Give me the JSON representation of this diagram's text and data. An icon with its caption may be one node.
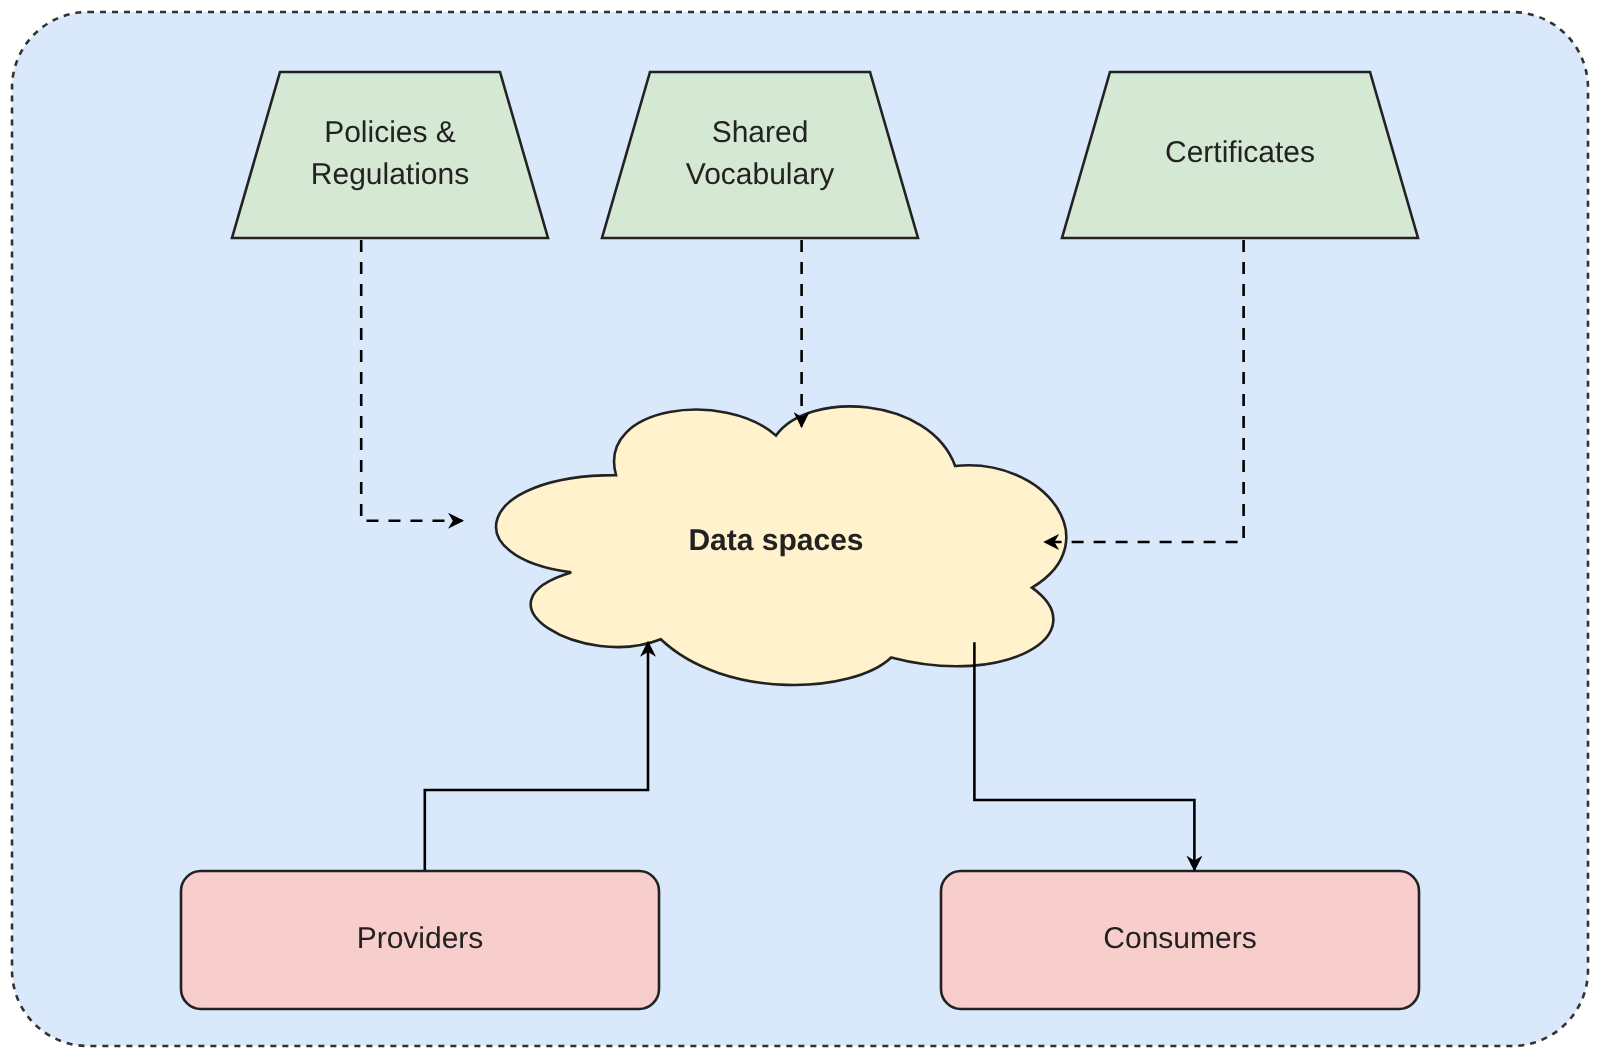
{
  "diagram": {
    "nodes": [
      {
        "text": [],
        "shape": "box"
      },
      {
        "text": [
          "Policies & Regulations"
        ],
        "in": 0
      },
      {
        "text": [
          "Shared Vocabulary"
        ],
        "in": 0
      },
      {
        "text": [
          "Certificates"
        ],
        "in": 0
      },
      {
        "text": [
          "Data spaces"
        ],
        "in": 0
      },
      {
        "text": [
          "Providers"
        ],
        "in": 0
      },
      {
        "text": [
          "Consumers"
        ],
        "in": 0
      }
    ],
    "edges": [
      {
        "from": 1,
        "to": 4,
        "arrow": "to",
        "style": "dashed"
      },
      {
        "from": 2,
        "to": 4,
        "arrow": "to",
        "style": "dashed"
      },
      {
        "from": 3,
        "to": 4,
        "arrow": "to",
        "style": "dashed"
      },
      {
        "from": 5,
        "to": 4,
        "arrow": "to"
      },
      {
        "from": 4,
        "to": 6,
        "arrow": "to"
      }
    ]
  }
}
